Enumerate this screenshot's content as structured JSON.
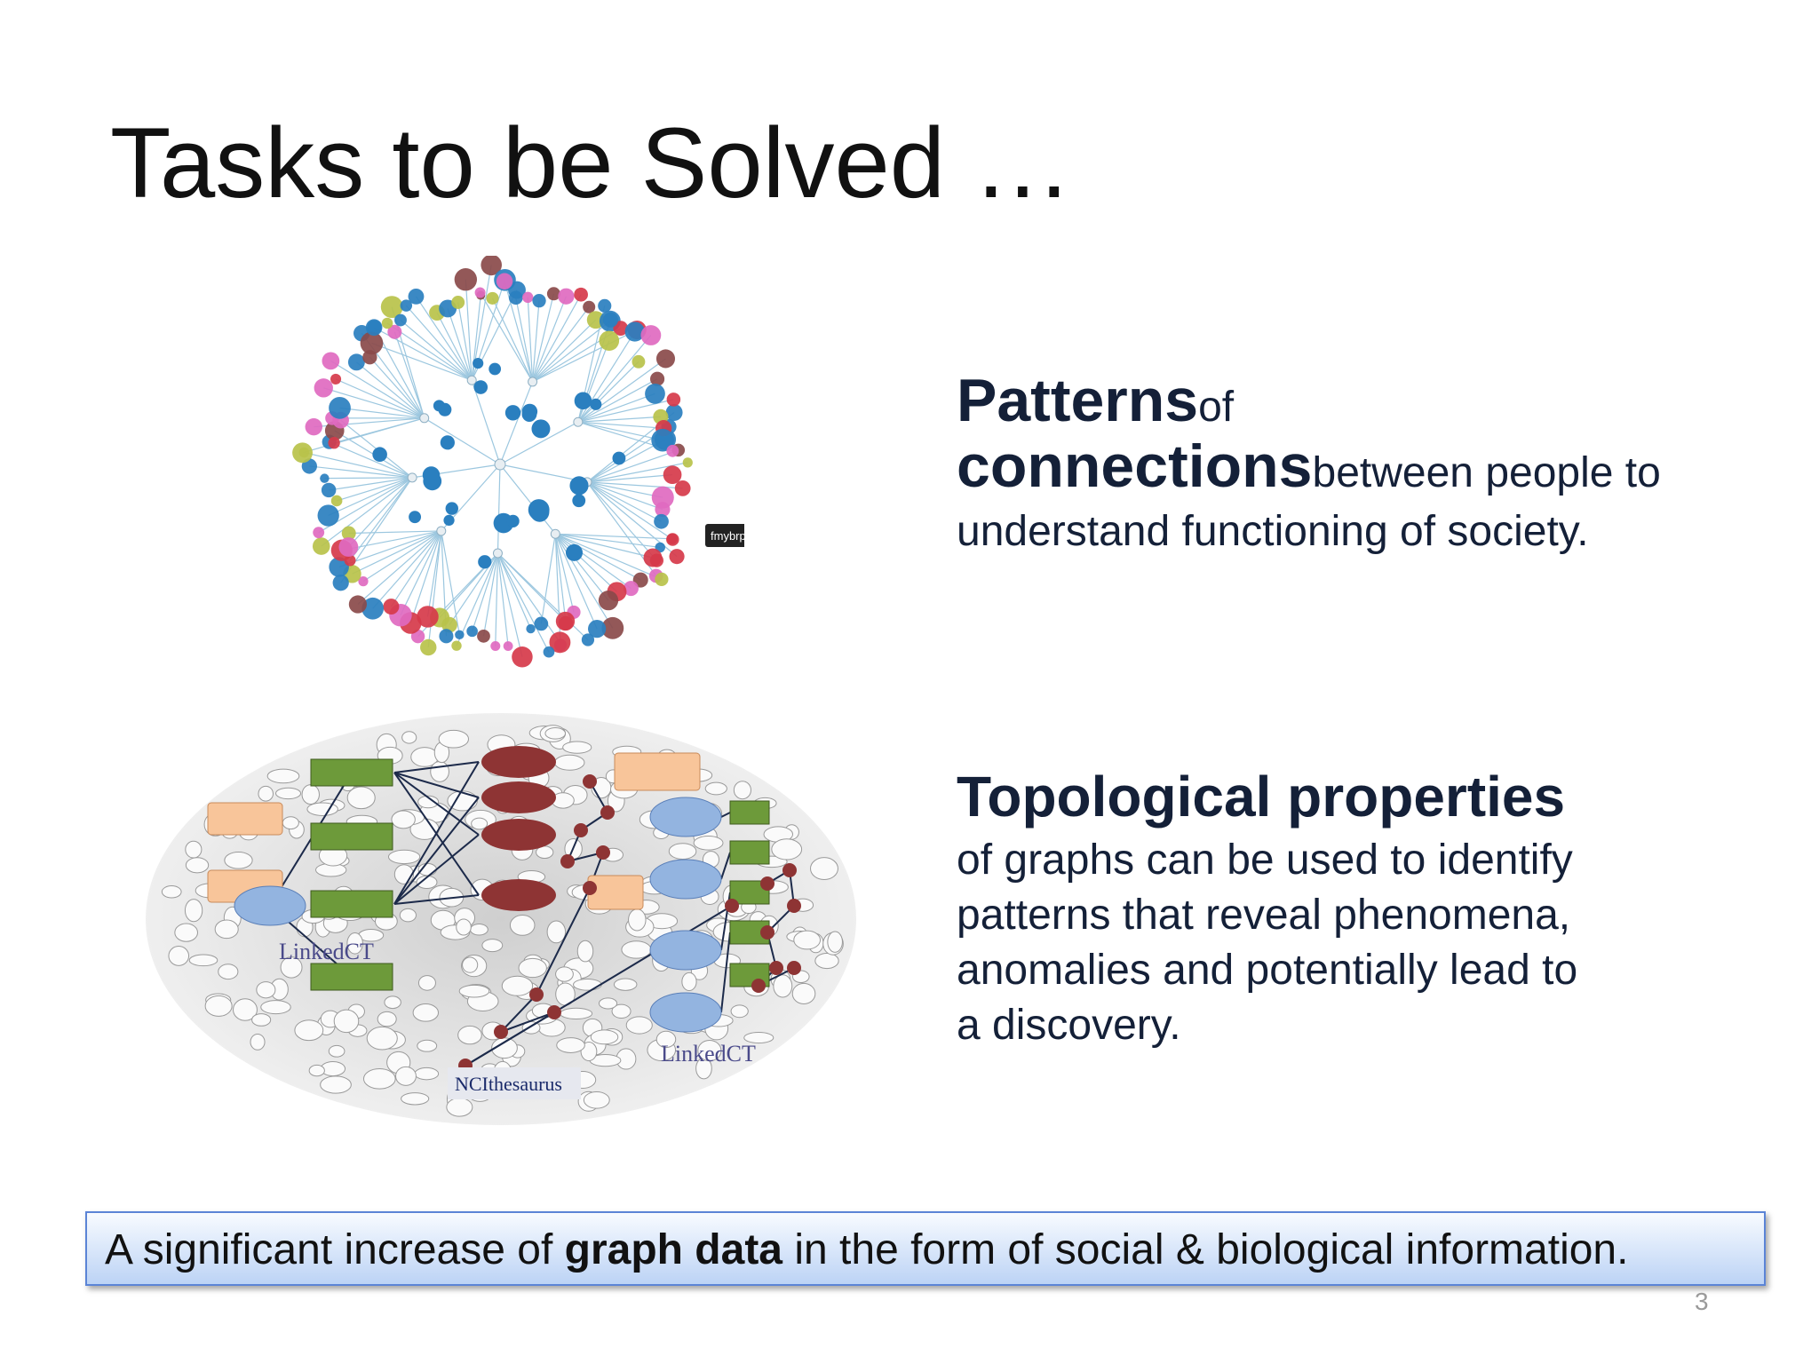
{
  "slide": {
    "title": "Tasks to be Solved …",
    "text_block_1": {
      "heading_a": "Patterns",
      "heading_a_suffix": "of",
      "heading_b": "connections",
      "heading_b_suffix": "between people to",
      "line_2": "understand functioning of society."
    },
    "text_block_2": {
      "heading": "Topological properties",
      "line_1": "of graphs can be used to identify",
      "line_2": "patterns that reveal phenomena,",
      "line_3": "anomalies and potentially lead to",
      "line_4": "a discovery."
    },
    "banner": {
      "prefix": "A significant increase of ",
      "bold": "graph data",
      "suffix": " in the form of social & biological information."
    },
    "page_number": "3"
  },
  "images": {
    "top_tooltip": "fmybrpfx",
    "linkedct_label": "LinkedCT",
    "nci_label": "NCIthesaurus"
  },
  "colors": {
    "text_dark": "#142038",
    "banner_border": "#5b84d6",
    "banner_bottom": "#bcd3f5",
    "node_blue": "#2a7fbf",
    "node_red": "#d63a4a",
    "node_pink": "#e06ac0",
    "node_olive": "#b8c24a",
    "node_brown": "#8a4a4a",
    "dark_red": "#8e3434",
    "green_box": "#6d9a3a",
    "peach_box": "#f8c59a",
    "light_blue_oval": "#93b4e0"
  }
}
